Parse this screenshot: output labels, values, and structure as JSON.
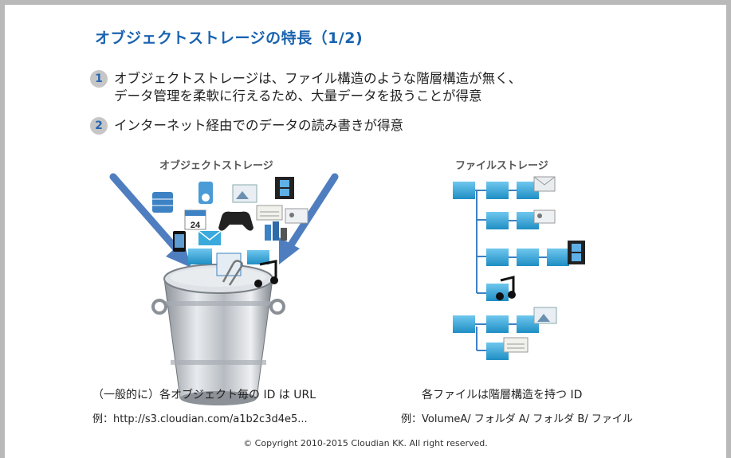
{
  "title": "オブジェクトストレージの特長（1/2)",
  "points": [
    {
      "num": "1",
      "line1": "オブジェクトストレージは、ファイル構造のような階層構造が無く、",
      "line2": "データ管理を柔軟に行えるため、大量データを扱うことが得意"
    },
    {
      "num": "2",
      "line1": "インターネット経由でのデータの読み書きが得意"
    }
  ],
  "left": {
    "label": "オブジェクトストレージ",
    "caption": "（一般的に）各オブジェクト毎の ID は URL",
    "example": "例：http://s3.cloudian.com/a1b2c3d4e5...",
    "calendar_day": "24"
  },
  "right": {
    "label": "ファイルストレージ",
    "caption": "各ファイルは階層構造を持つ ID",
    "example": "例：VolumeA/ フォルダ A/ フォルダ B/ ファイル"
  },
  "copyright": "© Copyright 2010-2015 Cloudian KK. All right reserved.",
  "colors": {
    "accent": "#1a63b0",
    "folder": "#3aa9dc",
    "arrow": "#4f7ec0",
    "badge": "#c6c6c6"
  }
}
